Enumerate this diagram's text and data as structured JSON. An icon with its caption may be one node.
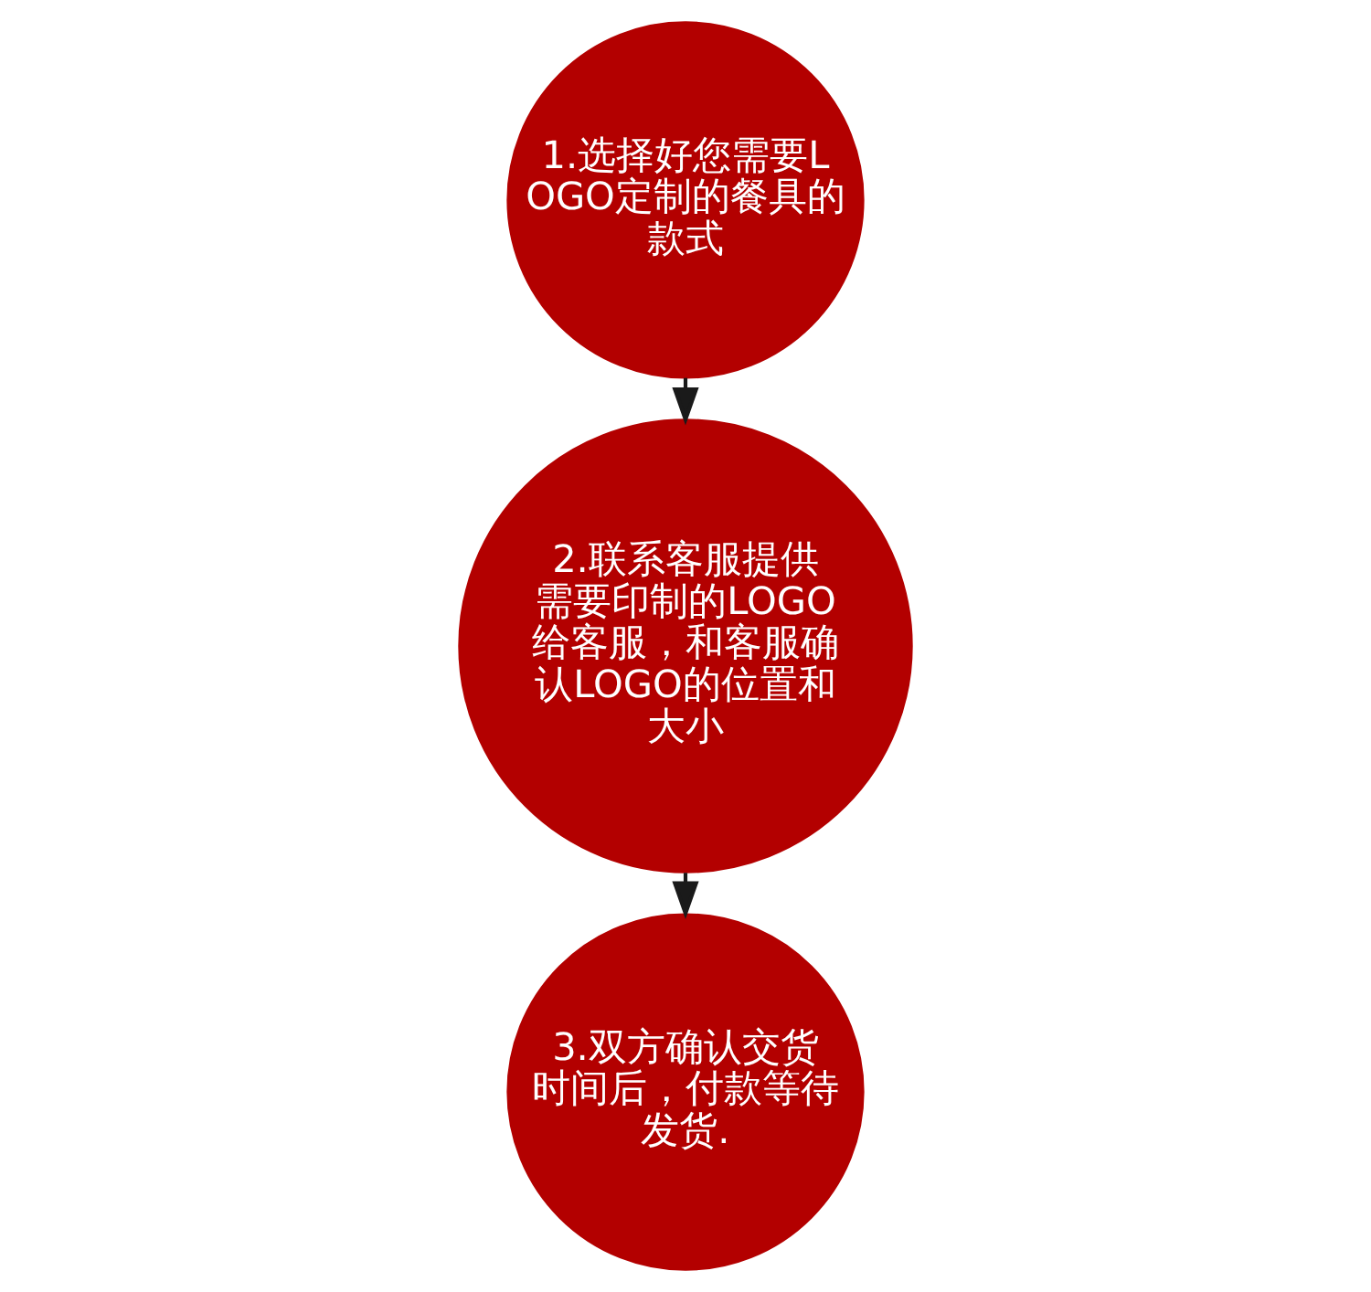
{
  "diagram": {
    "nodes": [
      {
        "text": [
          "1.选择好您需要LOGO定制的餐具的款式"
        ]
      },
      {
        "text": [
          "2.联系客服提供需要印制的LOGO给客服，和客服确认LOGO的位置和大小"
        ]
      },
      {
        "text": [
          "3.双方确认交货时间后，付款等待发货."
        ]
      }
    ],
    "edges": [
      {
        "from": 0,
        "to": 1,
        "arrow": "to"
      },
      {
        "from": 1,
        "to": 2,
        "arrow": "to"
      }
    ]
  }
}
